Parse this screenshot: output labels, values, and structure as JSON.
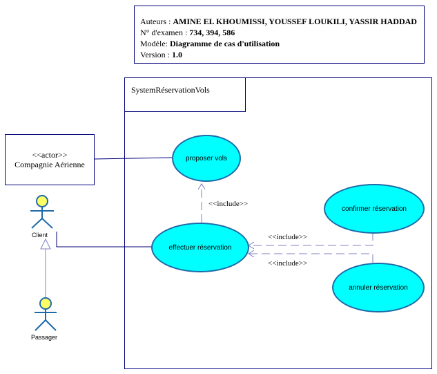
{
  "note": {
    "authors_label": "Auteurs : ",
    "authors": "AMINE EL KHOUMISSI, YOUSSEF LOUKILI, YASSIR HADDAD",
    "exam_label": "N° d'examen : ",
    "exam": "734,  394, 586",
    "model_label": "Modèle: ",
    "model": "Diagramme de cas d'utilisation",
    "version_label": "Version : ",
    "version": "1.0"
  },
  "system": {
    "title": "SystemRéservationVols"
  },
  "actors": {
    "compagnie": {
      "stereotype": "<<actor>>",
      "name": "Compagnie Aérienne"
    },
    "client": "Client",
    "passager": "Passager"
  },
  "use_cases": {
    "proposer": "proposer vols",
    "effectuer": "effectuer réservation",
    "confirmer": "confirmer réservation",
    "annuler": "annuler réservation"
  },
  "relations": {
    "include1": "<<include>>",
    "include2": "<<include>>",
    "include3": "<<include>>"
  },
  "colors": {
    "use_case_fill": "#00ffff",
    "use_case_border": "#1e6aa8",
    "frame": "#00007a",
    "lines": "#8080c0"
  }
}
